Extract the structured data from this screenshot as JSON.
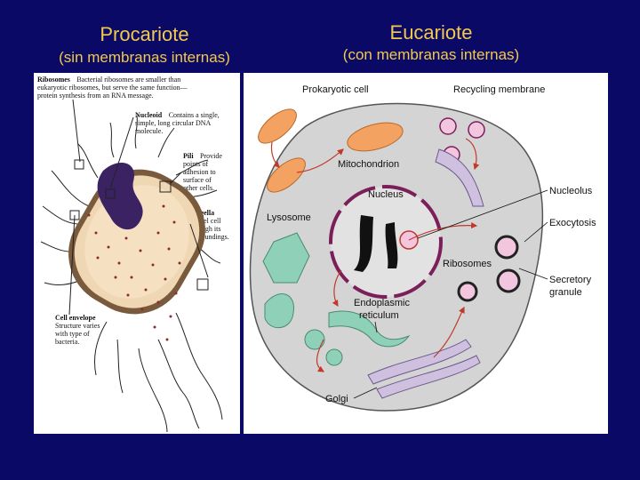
{
  "titles": {
    "prokaryote": "Procariote",
    "prokaryote_sub": "(sin membranas internas)",
    "eukaryote": "Eucariote",
    "eukaryote_sub": "(con membranas internas)"
  },
  "prokaryote_labels": {
    "ribosomes_head": "Ribosomes",
    "ribosomes_l1": "Bacterial ribosomes are smaller than",
    "ribosomes_l2": "eukaryotic ribosomes, but serve the same function—",
    "ribosomes_l3": "protein synthesis from an RNA message.",
    "nucleoid_head": "Nucleoid",
    "nucleoid_l1": "Contains a single,",
    "nucleoid_l2": "simple, long circular DNA",
    "nucleoid_l3": "molecule.",
    "pili_head": "Pili",
    "pili_l1": "Provide",
    "pili_l2": "points of",
    "pili_l3": "adhesion to",
    "pili_l4": "surface of",
    "pili_l5": "other cells.",
    "flagella_head": "Flagella",
    "flagella_l1": "Propel cell",
    "flagella_l2": "through its",
    "flagella_l3": "surroundings.",
    "envelope_head": "Cell envelope",
    "envelope_l1": "Structure varies",
    "envelope_l2": "with type of",
    "envelope_l3": "bacteria."
  },
  "eukaryote_labels": {
    "prokaryotic_cell": "Prokaryotic cell",
    "recycling_membrane": "Recycling membrane",
    "mitochondrion": "Mitochondrion",
    "nucleus": "Nucleus",
    "nucleolus": "Nucleolus",
    "lysosome": "Lysosome",
    "exocytosis": "Exocytosis",
    "ribosomes": "Ribosomes",
    "secretory_1": "Secretory",
    "secretory_2": "granule",
    "er_1": "Endoplasmic",
    "er_2": "reticulum",
    "golgi": "Golgi"
  },
  "colors": {
    "background": "#0a0a66",
    "title": "#f2c94c",
    "cell_gray": "#d4d4d4",
    "nuclear_envelope": "#7b1f5a",
    "mitochondria": "#f4a261",
    "organelle_green": "#8fd1b8",
    "arrow_red": "#c0392b",
    "vesicle_pink": "#f3c6e0"
  }
}
